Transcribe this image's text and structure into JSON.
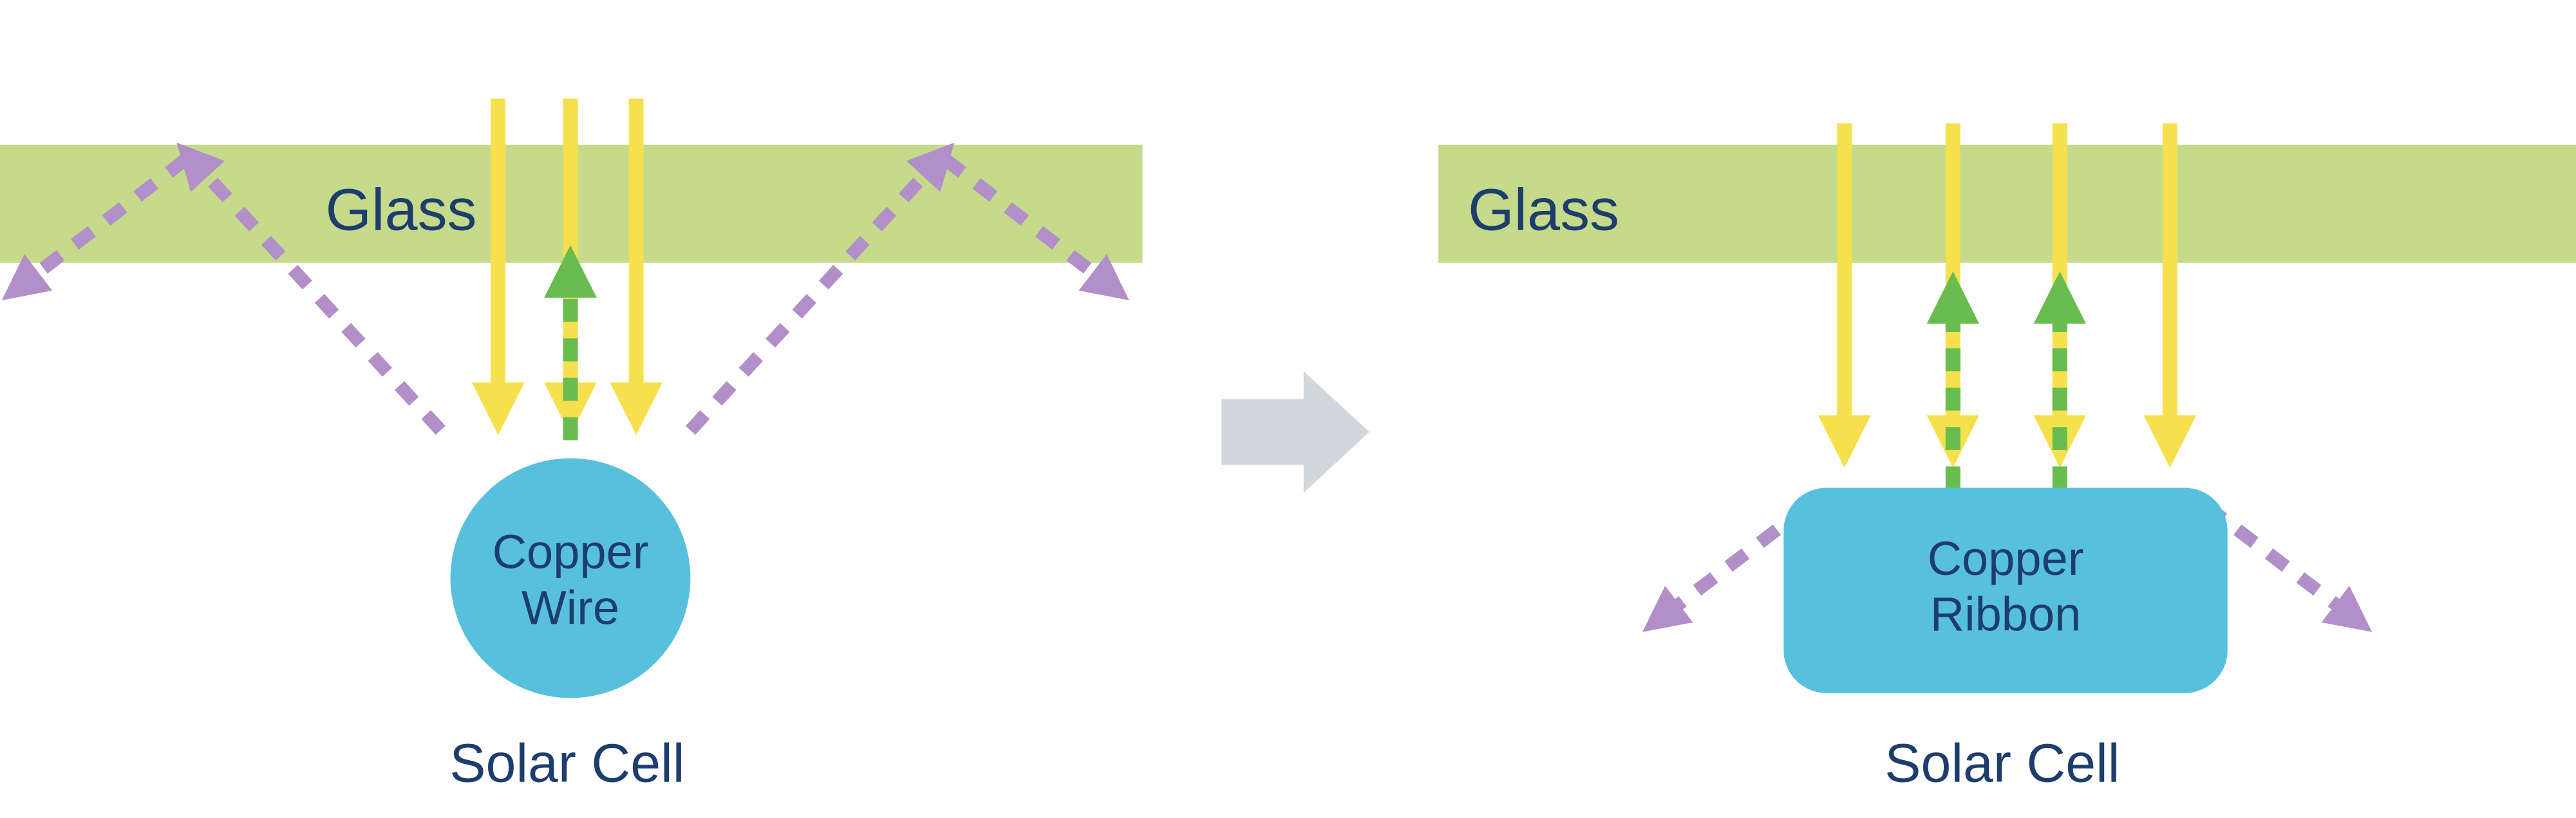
{
  "left": {
    "glass_label": "Glass",
    "conductor_line1": "Copper",
    "conductor_line2": "Wire",
    "cell_label": "Solar Cell"
  },
  "right": {
    "glass_label": "Glass",
    "conductor_line1": "Copper",
    "conductor_line2": "Ribbon",
    "cell_label": "Solar Cell"
  },
  "icons": {
    "sunlight_ray": "yellow-down-arrow-icon",
    "reflected_ray": "green-dashed-up-arrow-icon",
    "scattered_ray": "purple-dashed-arrow-icon",
    "transition": "gray-right-block-arrow-icon"
  },
  "colors": {
    "glass_green": "#c5da8b",
    "sunlight_yellow": "#f6e04d",
    "reflected_green": "#68bd4e",
    "scattered_purple": "#b28fc8",
    "conductor_blue": "#57c1dd",
    "label_navy": "#1d3d6d",
    "transition_gray": "#d1d7da",
    "background": "#ffffff"
  }
}
